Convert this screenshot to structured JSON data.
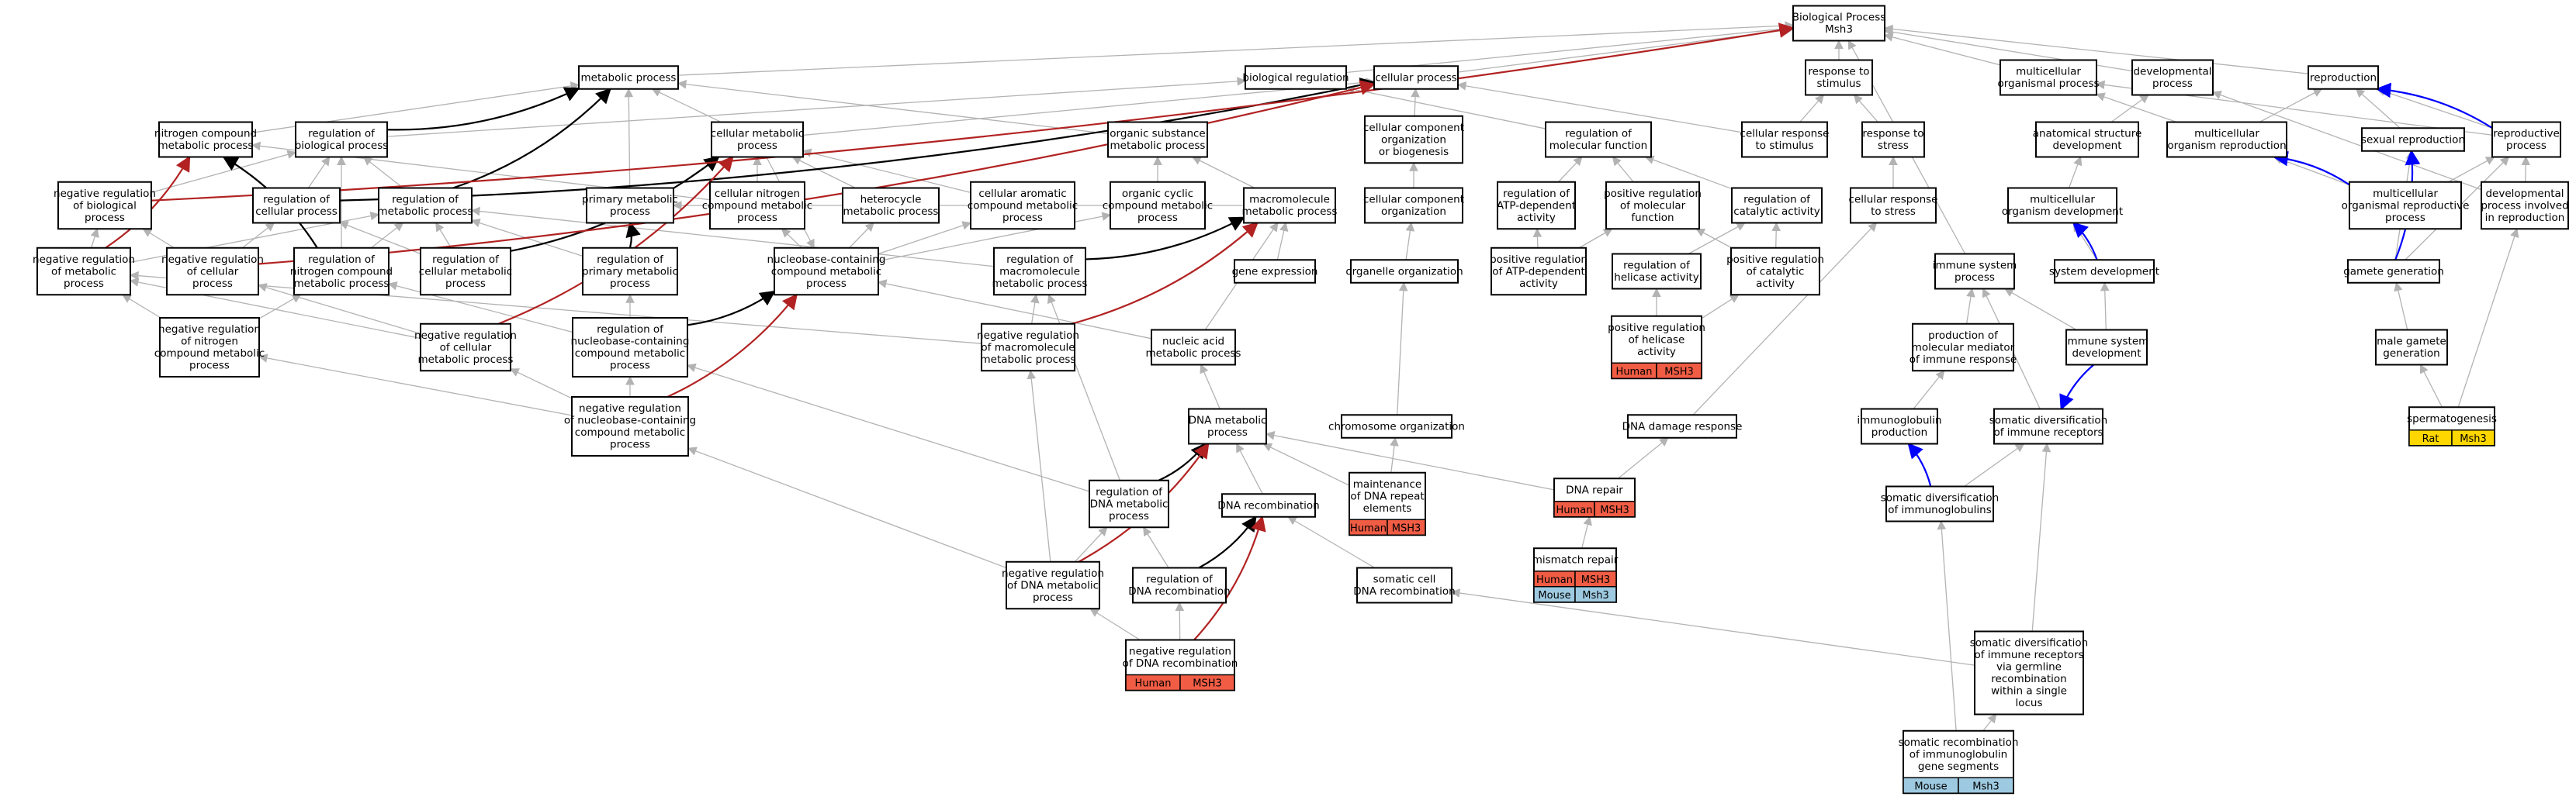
{
  "colors": {
    "edge_gray": "#b3b3b3",
    "edge_black": "#000000",
    "edge_red": "#b22222",
    "edge_blue": "#0000ff",
    "human": "#f05c44",
    "mouse": "#9ecae1",
    "rat": "#ffd700"
  },
  "nodes": {
    "bp": {
      "lines": [
        "Biological Process",
        "Msh3"
      ]
    },
    "mp": {
      "lines": [
        "metabolic process"
      ]
    },
    "breg": {
      "lines": [
        "biological regulation"
      ]
    },
    "cp": {
      "lines": [
        "cellular process"
      ]
    },
    "rts": {
      "lines": [
        "response to",
        "stimulus"
      ]
    },
    "mcop": {
      "lines": [
        "multicellular",
        "organismal process"
      ]
    },
    "dp": {
      "lines": [
        "developmental",
        "process"
      ]
    },
    "repro": {
      "lines": [
        "reproduction"
      ]
    },
    "ncmp": {
      "lines": [
        "nitrogen compound",
        "metabolic process"
      ]
    },
    "rbp": {
      "lines": [
        "regulation of",
        "biological process"
      ]
    },
    "cmp": {
      "lines": [
        "cellular metabolic",
        "process"
      ]
    },
    "osmp": {
      "lines": [
        "organic substance",
        "metabolic process"
      ]
    },
    "ccob": {
      "lines": [
        "cellular component",
        "organization",
        "or biogenesis"
      ]
    },
    "rmf": {
      "lines": [
        "regulation of",
        "molecular function"
      ]
    },
    "crts": {
      "lines": [
        "cellular response",
        "to stimulus"
      ]
    },
    "rtstress": {
      "lines": [
        "response to",
        "stress"
      ]
    },
    "asd": {
      "lines": [
        "anatomical structure",
        "development"
      ]
    },
    "mcrep": {
      "lines": [
        "multicellular",
        "organism reproduction"
      ]
    },
    "srep": {
      "lines": [
        "sexual reproduction"
      ]
    },
    "rp": {
      "lines": [
        "reproductive",
        "process"
      ]
    },
    "nrbp": {
      "lines": [
        "negative regulation",
        "of biological",
        "process"
      ]
    },
    "rcp": {
      "lines": [
        "regulation of",
        "cellular process"
      ]
    },
    "rmp": {
      "lines": [
        "regulation of",
        "metabolic process"
      ]
    },
    "pmp": {
      "lines": [
        "primary metabolic",
        "process"
      ]
    },
    "cncmp": {
      "lines": [
        "cellular nitrogen",
        "compound metabolic",
        "process"
      ]
    },
    "hmp": {
      "lines": [
        "heterocycle",
        "metabolic process"
      ]
    },
    "cacmp": {
      "lines": [
        "cellular aromatic",
        "compound metabolic",
        "process"
      ]
    },
    "occmp": {
      "lines": [
        "organic cyclic",
        "compound metabolic",
        "process"
      ]
    },
    "mmp": {
      "lines": [
        "macromolecule",
        "metabolic process"
      ]
    },
    "cco": {
      "lines": [
        "cellular component",
        "organization"
      ]
    },
    "ratpa": {
      "lines": [
        "regulation of",
        "ATP-dependent",
        "activity"
      ]
    },
    "prmf": {
      "lines": [
        "positive regulation",
        "of molecular",
        "function"
      ]
    },
    "rca": {
      "lines": [
        "regulation of",
        "catalytic activity"
      ]
    },
    "crtstress": {
      "lines": [
        "cellular response",
        "to stress"
      ]
    },
    "mod": {
      "lines": [
        "multicellular",
        "organism development"
      ]
    },
    "morp": {
      "lines": [
        "multicellular",
        "organismal reproductive",
        "process"
      ]
    },
    "dpir": {
      "lines": [
        "developmental",
        "process involved",
        "in reproduction"
      ]
    },
    "nrmp": {
      "lines": [
        "negative regulation",
        "of metabolic",
        "process"
      ]
    },
    "nrcp": {
      "lines": [
        "negative regulation",
        "of cellular",
        "process"
      ]
    },
    "rncmp": {
      "lines": [
        "regulation of",
        "nitrogen compound",
        "metabolic process"
      ]
    },
    "rcmp": {
      "lines": [
        "regulation of",
        "cellular metabolic",
        "process"
      ]
    },
    "rpmp": {
      "lines": [
        "regulation of",
        "primary metabolic",
        "process"
      ]
    },
    "nccmp": {
      "lines": [
        "nucleobase-containing",
        "compound metabolic",
        "process"
      ]
    },
    "rmmp": {
      "lines": [
        "regulation of",
        "macromolecule",
        "metabolic process"
      ]
    },
    "ge": {
      "lines": [
        "gene expression"
      ]
    },
    "oo": {
      "lines": [
        "organelle organization"
      ]
    },
    "pratpa": {
      "lines": [
        "positive regulation",
        "of ATP-dependent",
        "activity"
      ]
    },
    "rha": {
      "lines": [
        "regulation of",
        "helicase activity"
      ]
    },
    "prca": {
      "lines": [
        "positive regulation",
        "of catalytic",
        "activity"
      ]
    },
    "isp": {
      "lines": [
        "immune system",
        "process"
      ]
    },
    "sd": {
      "lines": [
        "system development"
      ]
    },
    "gg": {
      "lines": [
        "gamete generation"
      ]
    },
    "nrncmp": {
      "lines": [
        "negative regulation",
        "of nitrogen",
        "compound metabolic",
        "process"
      ]
    },
    "nrcmp": {
      "lines": [
        "negative regulation",
        "of cellular",
        "metabolic process"
      ]
    },
    "rnccmp": {
      "lines": [
        "regulation of",
        "nucleobase-containing",
        "compound metabolic",
        "process"
      ]
    },
    "nrmmp": {
      "lines": [
        "negative regulation",
        "of macromolecule",
        "metabolic process"
      ]
    },
    "namp": {
      "lines": [
        "nucleic acid",
        "metabolic process"
      ]
    },
    "pha": {
      "lines": [
        "positive regulation",
        "of helicase",
        "activity"
      ],
      "orthologs": [
        [
          "human",
          "Human"
        ],
        [
          "human",
          "MSH3"
        ]
      ]
    },
    "pmmir": {
      "lines": [
        "production of",
        "molecular mediator",
        "of immune response"
      ]
    },
    "isd": {
      "lines": [
        "immune system",
        "development"
      ]
    },
    "mgg": {
      "lines": [
        "male gamete",
        "generation"
      ]
    },
    "nrnccmp": {
      "lines": [
        "negative regulation",
        "of nucleobase-containing",
        "compound metabolic",
        "process"
      ]
    },
    "dmp": {
      "lines": [
        "DNA metabolic",
        "process"
      ]
    },
    "co": {
      "lines": [
        "chromosome organization"
      ]
    },
    "ddr": {
      "lines": [
        "DNA damage response"
      ]
    },
    "ip": {
      "lines": [
        "immunoglobulin",
        "production"
      ]
    },
    "sdir": {
      "lines": [
        "somatic diversification",
        "of immune receptors"
      ]
    },
    "spermatogenesis": {
      "lines": [
        "spermatogenesis"
      ],
      "orthologs": [
        [
          "rat",
          "Rat"
        ],
        [
          "rat",
          "Msh3"
        ]
      ]
    },
    "rdmp": {
      "lines": [
        "regulation of",
        "DNA metabolic",
        "process"
      ]
    },
    "dnarec": {
      "lines": [
        "DNA recombination"
      ]
    },
    "mdre": {
      "lines": [
        "maintenance",
        "of DNA repeat",
        "elements"
      ],
      "orthologs": [
        [
          "human",
          "Human"
        ],
        [
          "human",
          "MSH3"
        ]
      ]
    },
    "dnarep": {
      "lines": [
        "DNA repair"
      ],
      "orthologs": [
        [
          "human",
          "Human"
        ],
        [
          "human",
          "MSH3"
        ]
      ]
    },
    "sdi": {
      "lines": [
        "somatic diversification",
        "of immunoglobulins"
      ]
    },
    "mmr": {
      "lines": [
        "mismatch repair"
      ],
      "orthologs": [
        [
          "human",
          "Human"
        ],
        [
          "human",
          "MSH3"
        ],
        [
          "mouse",
          "Mouse"
        ],
        [
          "mouse",
          "Msh3"
        ]
      ]
    },
    "nrdmp": {
      "lines": [
        "negative regulation",
        "of DNA metabolic",
        "process"
      ]
    },
    "rdr": {
      "lines": [
        "regulation of",
        "DNA recombination"
      ]
    },
    "scdr": {
      "lines": [
        "somatic cell",
        "DNA recombination"
      ]
    },
    "nrdr": {
      "lines": [
        "negative regulation",
        "of DNA recombination"
      ],
      "orthologs": [
        [
          "human",
          "Human"
        ],
        [
          "human",
          "MSH3"
        ]
      ]
    },
    "sdirgr": {
      "lines": [
        "somatic diversification",
        "of immune receptors",
        "via germline",
        "recombination",
        "within a single",
        "locus"
      ]
    },
    "srigs": {
      "lines": [
        "somatic recombination",
        "of immunoglobulin",
        "gene segments"
      ],
      "orthologs": [
        [
          "mouse",
          "Mouse"
        ],
        [
          "mouse",
          "Msh3"
        ]
      ]
    }
  },
  "edges": [
    [
      "mp",
      "bp",
      "gray"
    ],
    [
      "breg",
      "bp",
      "gray"
    ],
    [
      "cp",
      "bp",
      "gray"
    ],
    [
      "rts",
      "bp",
      "gray"
    ],
    [
      "mcop",
      "bp",
      "gray"
    ],
    [
      "dp",
      "bp",
      "gray"
    ],
    [
      "repro",
      "bp",
      "gray"
    ],
    [
      "isp",
      "bp",
      "gray"
    ],
    [
      "ncmp",
      "mp",
      "gray"
    ],
    [
      "rbp",
      "breg",
      "gray"
    ],
    [
      "cmp",
      "mp",
      "gray"
    ],
    [
      "cmp",
      "cp",
      "gray"
    ],
    [
      "osmp",
      "mp",
      "gray"
    ],
    [
      "ccob",
      "cp",
      "gray"
    ],
    [
      "rmf",
      "breg",
      "gray"
    ],
    [
      "crts",
      "rts",
      "gray"
    ],
    [
      "crts",
      "cp",
      "gray"
    ],
    [
      "rtstress",
      "rts",
      "gray"
    ],
    [
      "asd",
      "dp",
      "gray"
    ],
    [
      "mcrep",
      "mcop",
      "gray"
    ],
    [
      "mcrep",
      "repro",
      "gray"
    ],
    [
      "srep",
      "repro",
      "gray"
    ],
    [
      "rp",
      "repro",
      "gray"
    ],
    [
      "rp",
      "mcop",
      "gray"
    ],
    [
      "nrbp",
      "rbp",
      "gray"
    ],
    [
      "rcp",
      "rbp",
      "gray"
    ],
    [
      "rmp",
      "rbp",
      "gray"
    ],
    [
      "pmp",
      "mp",
      "gray"
    ],
    [
      "cncmp",
      "ncmp",
      "gray"
    ],
    [
      "cncmp",
      "cmp",
      "gray"
    ],
    [
      "hmp",
      "cmp",
      "gray"
    ],
    [
      "cacmp",
      "cmp",
      "gray"
    ],
    [
      "occmp",
      "osmp",
      "gray"
    ],
    [
      "mmp",
      "osmp",
      "gray"
    ],
    [
      "mmp",
      "pmp",
      "gray"
    ],
    [
      "cco",
      "ccob",
      "gray"
    ],
    [
      "ratpa",
      "rmf",
      "gray"
    ],
    [
      "prmf",
      "rmf",
      "gray"
    ],
    [
      "rca",
      "rmf",
      "gray"
    ],
    [
      "crtstress",
      "rtstress",
      "gray"
    ],
    [
      "mod",
      "asd",
      "gray"
    ],
    [
      "morp",
      "mcrep",
      "gray"
    ],
    [
      "morp",
      "rp",
      "gray"
    ],
    [
      "dpir",
      "rp",
      "gray"
    ],
    [
      "dpir",
      "dp",
      "gray"
    ],
    [
      "nrmp",
      "rmp",
      "gray"
    ],
    [
      "nrmp",
      "nrbp",
      "gray"
    ],
    [
      "nrcp",
      "rcp",
      "gray"
    ],
    [
      "nrcp",
      "nrbp",
      "gray"
    ],
    [
      "rncmp",
      "rmp",
      "gray"
    ],
    [
      "rcmp",
      "rmp",
      "gray"
    ],
    [
      "rcmp",
      "rcp",
      "gray"
    ],
    [
      "rpmp",
      "rmp",
      "gray"
    ],
    [
      "nccmp",
      "cncmp",
      "gray"
    ],
    [
      "nccmp",
      "hmp",
      "gray"
    ],
    [
      "nccmp",
      "cacmp",
      "gray"
    ],
    [
      "nccmp",
      "occmp",
      "gray"
    ],
    [
      "rmmp",
      "rmp",
      "gray"
    ],
    [
      "ge",
      "mmp",
      "gray"
    ],
    [
      "oo",
      "cco",
      "gray"
    ],
    [
      "pratpa",
      "ratpa",
      "gray"
    ],
    [
      "pratpa",
      "prmf",
      "gray"
    ],
    [
      "rha",
      "rca",
      "gray"
    ],
    [
      "prca",
      "rca",
      "gray"
    ],
    [
      "prca",
      "prmf",
      "gray"
    ],
    [
      "sd",
      "mod",
      "gray"
    ],
    [
      "gg",
      "rp",
      "gray"
    ],
    [
      "nrncmp",
      "nrmp",
      "gray"
    ],
    [
      "nrncmp",
      "rncmp",
      "gray"
    ],
    [
      "nrcmp",
      "nrmp",
      "gray"
    ],
    [
      "nrcmp",
      "nrcp",
      "gray"
    ],
    [
      "rnccmp",
      "rpmp",
      "gray"
    ],
    [
      "rnccmp",
      "rncmp",
      "gray"
    ],
    [
      "nrmmp",
      "rmmp",
      "gray"
    ],
    [
      "nrmmp",
      "nrmp",
      "gray"
    ],
    [
      "namp",
      "nccmp",
      "gray"
    ],
    [
      "namp",
      "mmp",
      "gray"
    ],
    [
      "pha",
      "rha",
      "gray"
    ],
    [
      "pha",
      "prca",
      "gray"
    ],
    [
      "pmmir",
      "isp",
      "gray"
    ],
    [
      "isd",
      "isp",
      "gray"
    ],
    [
      "isd",
      "sd",
      "gray"
    ],
    [
      "mgg",
      "gg",
      "gray"
    ],
    [
      "nrnccmp",
      "rnccmp",
      "gray"
    ],
    [
      "nrnccmp",
      "nrcmp",
      "gray"
    ],
    [
      "nrnccmp",
      "nrncmp",
      "gray"
    ],
    [
      "dmp",
      "namp",
      "gray"
    ],
    [
      "co",
      "oo",
      "gray"
    ],
    [
      "ddr",
      "crtstress",
      "gray"
    ],
    [
      "ip",
      "pmmir",
      "gray"
    ],
    [
      "sdir",
      "isp",
      "gray"
    ],
    [
      "spermatogenesis",
      "mgg",
      "gray"
    ],
    [
      "spermatogenesis",
      "dpir",
      "gray"
    ],
    [
      "rdmp",
      "rmmp",
      "gray"
    ],
    [
      "rdmp",
      "rnccmp",
      "gray"
    ],
    [
      "dnarec",
      "dmp",
      "gray"
    ],
    [
      "mdre",
      "dmp",
      "gray"
    ],
    [
      "mdre",
      "co",
      "gray"
    ],
    [
      "dnarep",
      "dmp",
      "gray"
    ],
    [
      "dnarep",
      "ddr",
      "gray"
    ],
    [
      "sdi",
      "sdir",
      "gray"
    ],
    [
      "mmr",
      "dnarep",
      "gray"
    ],
    [
      "nrdmp",
      "rdmp",
      "gray"
    ],
    [
      "nrdmp",
      "nrmmp",
      "gray"
    ],
    [
      "nrdmp",
      "nrnccmp",
      "gray"
    ],
    [
      "rdr",
      "rdmp",
      "gray"
    ],
    [
      "scdr",
      "dnarec",
      "gray"
    ],
    [
      "nrdr",
      "rdr",
      "gray"
    ],
    [
      "nrdr",
      "nrdmp",
      "gray"
    ],
    [
      "sdirgr",
      "scdr",
      "gray"
    ],
    [
      "sdirgr",
      "sdir",
      "gray"
    ],
    [
      "srigs",
      "sdirgr",
      "gray"
    ],
    [
      "srigs",
      "sdi",
      "gray"
    ],
    [
      "gg",
      "srep",
      "gray"
    ],
    [
      "rncmp",
      "rbp",
      "gray"
    ],
    [
      "cmp",
      "nccmp",
      "gray"
    ],
    [
      "rbp",
      "mp",
      "black"
    ],
    [
      "rncmp",
      "ncmp",
      "black"
    ],
    [
      "rcmp",
      "cmp",
      "black"
    ],
    [
      "rpmp",
      "pmp",
      "black"
    ],
    [
      "rnccmp",
      "nccmp",
      "black"
    ],
    [
      "rmmp",
      "mmp",
      "black"
    ],
    [
      "rdmp",
      "dmp",
      "black"
    ],
    [
      "rdr",
      "dnarec",
      "black"
    ],
    [
      "rcp",
      "cp",
      "black"
    ],
    [
      "rmp",
      "mp",
      "black"
    ],
    [
      "nrbp",
      "bp",
      "red"
    ],
    [
      "nrcp",
      "cp",
      "red"
    ],
    [
      "nrmp",
      "ncmp",
      "red"
    ],
    [
      "nrcmp",
      "cmp",
      "red"
    ],
    [
      "nrnccmp",
      "nccmp",
      "red"
    ],
    [
      "nrmmp",
      "mmp",
      "red"
    ],
    [
      "nrdmp",
      "dmp",
      "red"
    ],
    [
      "nrdr",
      "dnarec",
      "red"
    ],
    [
      "rp",
      "repro",
      "blue"
    ],
    [
      "morp",
      "mcrep",
      "blue"
    ],
    [
      "gg",
      "srep",
      "blue"
    ],
    [
      "sd",
      "mod",
      "blue"
    ],
    [
      "isd",
      "sdir",
      "blue"
    ],
    [
      "sdi",
      "ip",
      "blue"
    ]
  ]
}
